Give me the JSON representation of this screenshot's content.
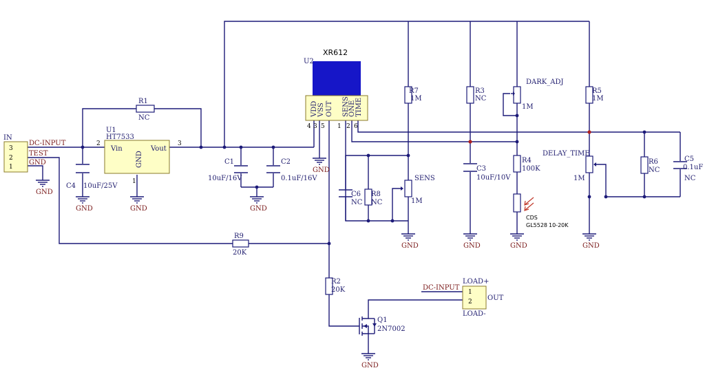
{
  "colors": {
    "wire": "#1c1a78",
    "component_fill": "#fefec6",
    "ic_fill": "#1616c8",
    "net_label": "#7a1a1a",
    "ldr_arrow": "#c0392b"
  },
  "connector_in": {
    "ref": "IN",
    "pins": [
      "3",
      "2",
      "1"
    ],
    "nets": [
      "DC-INPUT",
      "TEST",
      "GND"
    ]
  },
  "connector_out": {
    "ref": "OUT",
    "pins": [
      "1",
      "2"
    ],
    "top_label": "LOAD+",
    "bottom_label": "LOAD-",
    "net": "DC-INPUT"
  },
  "regulator": {
    "ref": "U1",
    "part": "HT7533",
    "vin": "Vin",
    "vout": "Vout",
    "gnd": "GND",
    "pin_in": "2",
    "pin_out": "3",
    "pin_gnd": "1"
  },
  "ic": {
    "ref": "U2",
    "part": "XR612",
    "pins": [
      "VDD",
      "VSS",
      "OUT",
      "SENS",
      "ONE",
      "TIME"
    ],
    "pin_numbers": [
      "4",
      "3",
      "5",
      "1",
      "2",
      "6"
    ]
  },
  "components": {
    "R1": {
      "ref": "R1",
      "value": "NC"
    },
    "R2": {
      "ref": "R2",
      "value": "20K"
    },
    "R3": {
      "ref": "R3",
      "value": "NC"
    },
    "R4": {
      "ref": "R4",
      "value": "100K"
    },
    "R5": {
      "ref": "R5",
      "value": "1M"
    },
    "R6": {
      "ref": "R6",
      "value": "NC"
    },
    "R7": {
      "ref": "R7",
      "value": "1M"
    },
    "R8": {
      "ref": "R8",
      "value": "NC"
    },
    "R9": {
      "ref": "R9",
      "value": "20K"
    },
    "C1": {
      "ref": "C1",
      "value": "10uF/16V"
    },
    "C2": {
      "ref": "C2",
      "value": "0.1uF/16V"
    },
    "C3": {
      "ref": "C3",
      "value": "10uF/10V"
    },
    "C4": {
      "ref": "C4",
      "value": "10uF/25V"
    },
    "C5": {
      "ref": "C5",
      "value": "0.1uF",
      "value2": "NC"
    },
    "C6": {
      "ref": "C6",
      "value": "NC"
    },
    "DARK_ADJ": {
      "ref": "DARK_ADJ",
      "value": "1M"
    },
    "SENS_POT": {
      "ref": "SENS",
      "value": "1M"
    },
    "DELAY_TIME": {
      "ref": "DELAY_TIME",
      "value": "1M"
    },
    "CDS": {
      "ref": "CDS",
      "value": "GL5528",
      "range": "10-20K"
    },
    "Q1": {
      "ref": "Q1",
      "value": "2N7002"
    }
  },
  "gnd_label": "GND"
}
